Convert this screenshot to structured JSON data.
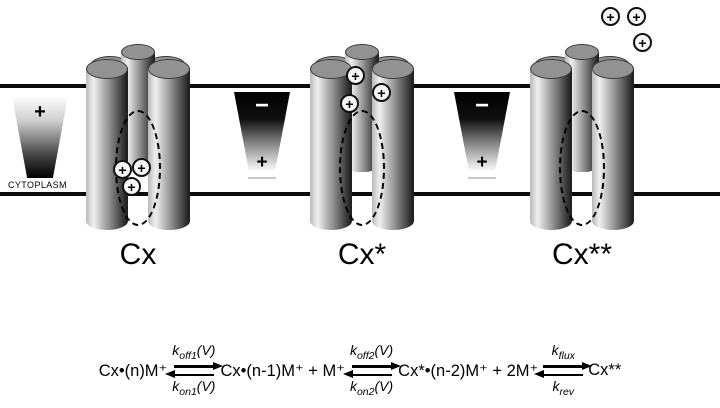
{
  "figure": {
    "cytoplasm_label": "CYTOPLASM",
    "ion_symbol": "+",
    "channel_labels": [
      "Cx",
      "Cx*",
      "Cx**"
    ],
    "voltage_indicators": [
      {
        "top_sign": "+",
        "bottom_sign": ""
      },
      {
        "top_sign": "−",
        "bottom_sign": "+"
      },
      {
        "top_sign": "−",
        "bottom_sign": "+"
      }
    ],
    "colors": {
      "membrane": "#0a0a0a",
      "subunit_cap_gray": "#929292",
      "ion_fill": "#f7f7f7"
    }
  },
  "scheme": {
    "terms": [
      "Cx•(n)M⁺",
      "Cx•(n-1)M⁺ + M⁺",
      "Cx*•(n-2)M⁺ + 2M⁺",
      "Cx**"
    ],
    "transitions": [
      {
        "top_k": "k",
        "top_sub": "off1",
        "top_suffix": "(V)",
        "bottom_k": "k",
        "bottom_sub": "on1",
        "bottom_suffix": "(V)"
      },
      {
        "top_k": "k",
        "top_sub": "off2",
        "top_suffix": "(V)",
        "bottom_k": "k",
        "bottom_sub": "on2",
        "bottom_suffix": "(V)"
      },
      {
        "top_k": "k",
        "top_sub": "flux",
        "top_suffix": "",
        "bottom_k": "k",
        "bottom_sub": "rev",
        "bottom_suffix": ""
      }
    ]
  }
}
